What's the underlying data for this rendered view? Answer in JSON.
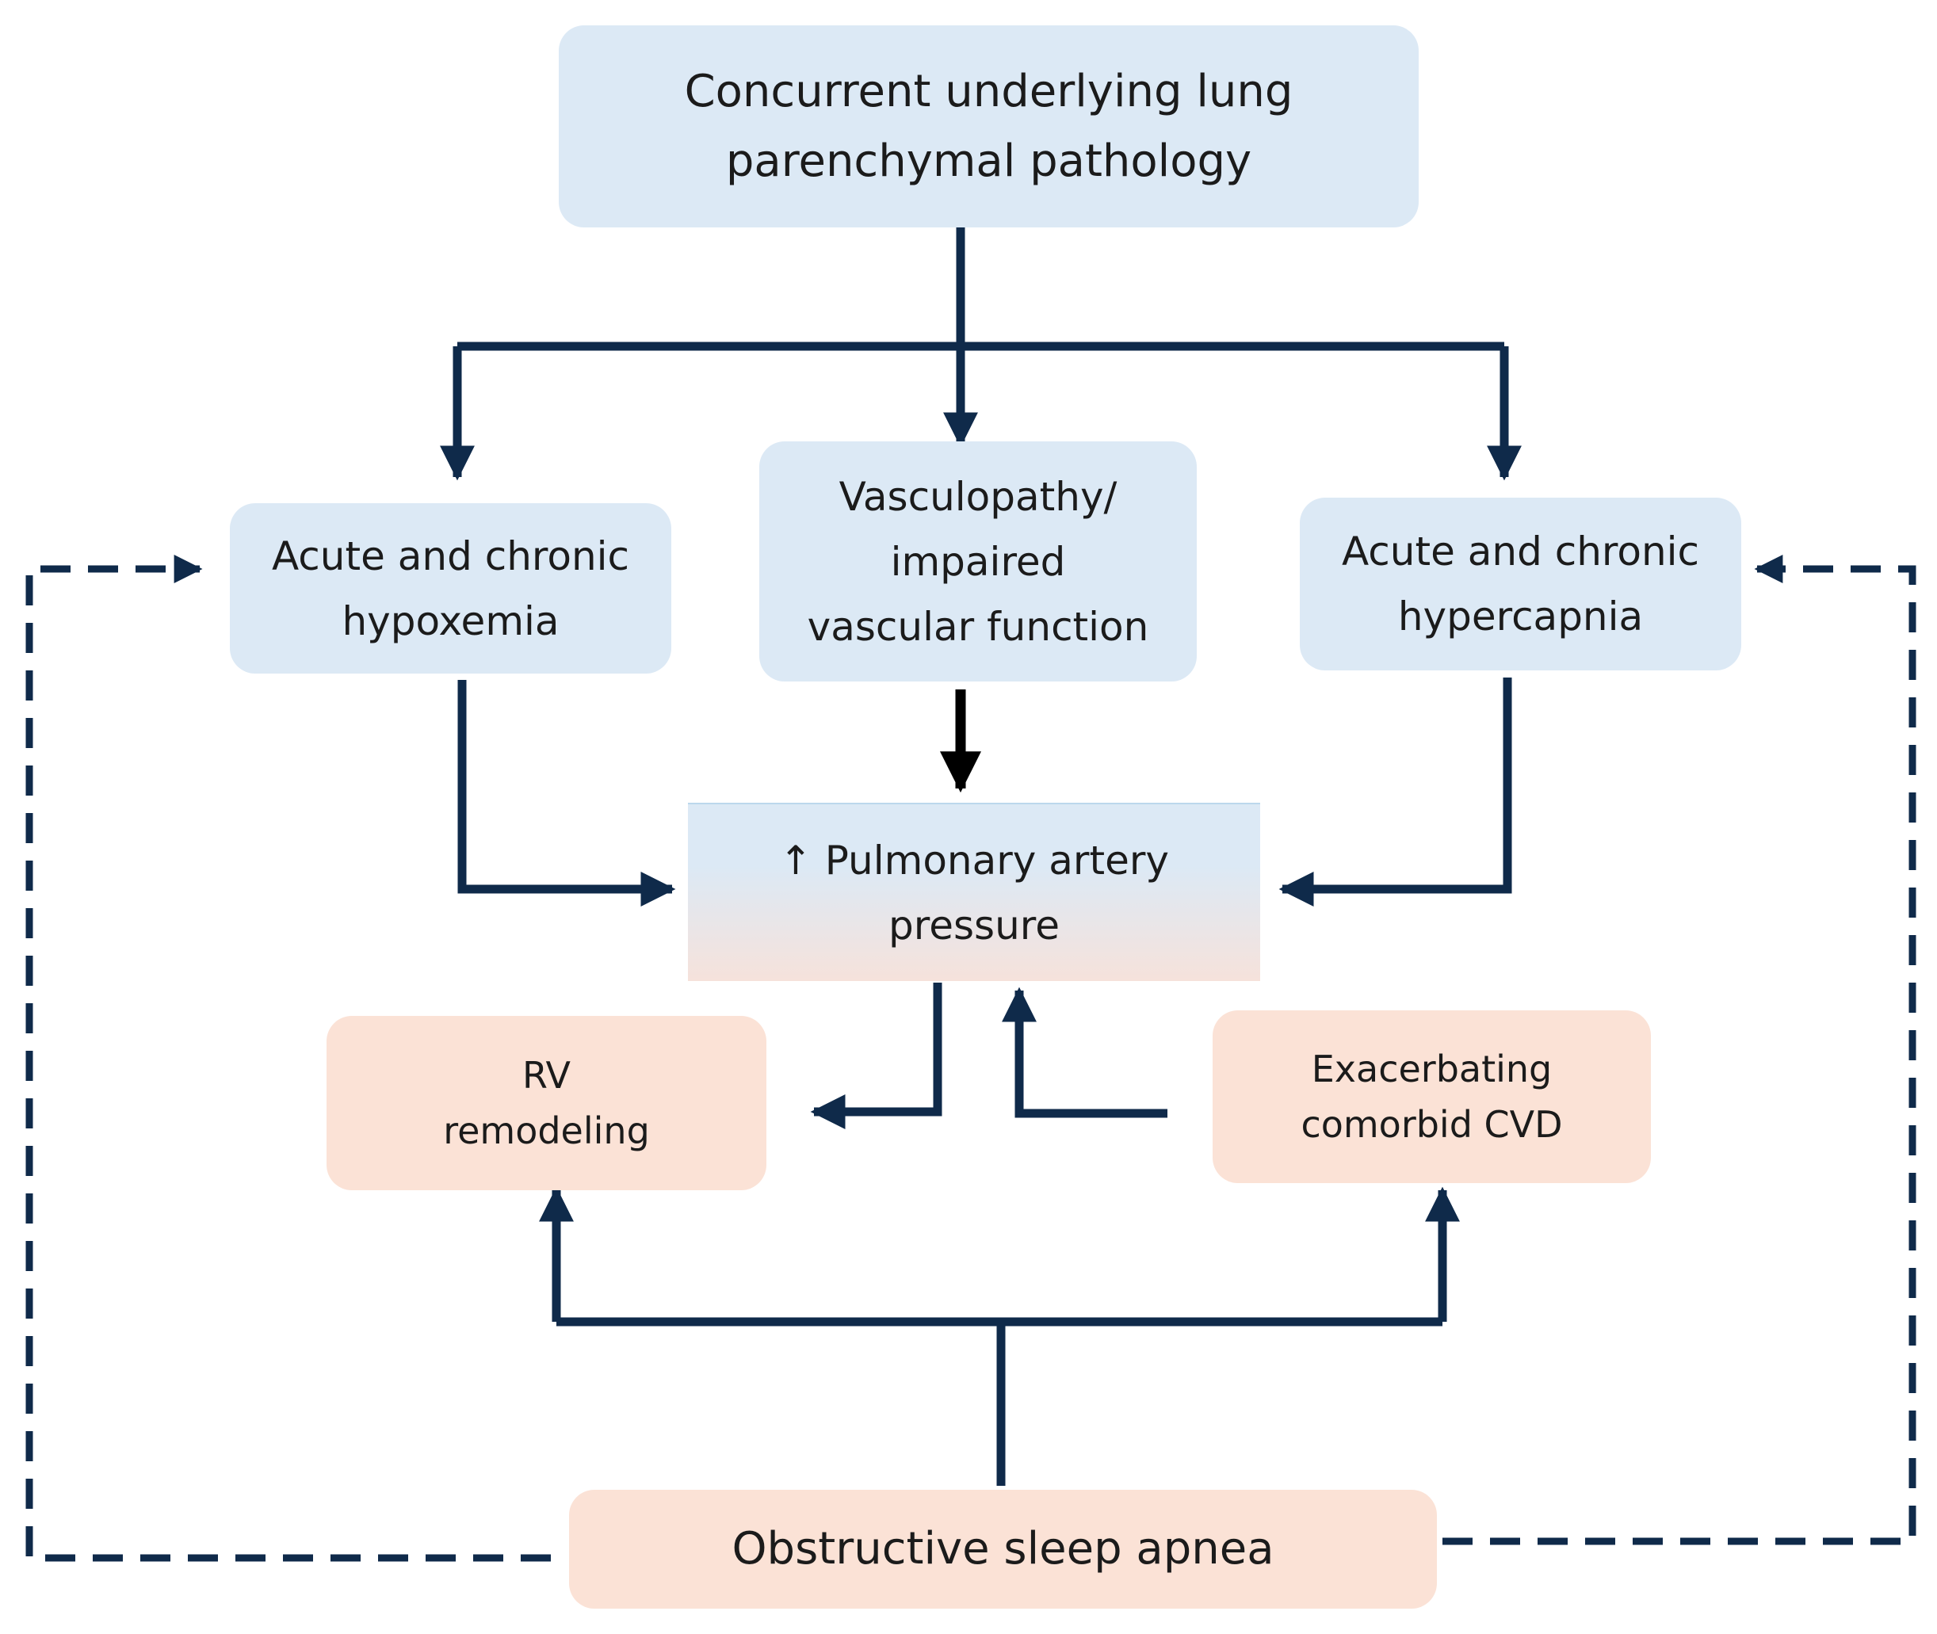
{
  "nodes": {
    "lung_pathology": {
      "line1": "Concurrent underlying lung",
      "line2": "parenchymal pathology"
    },
    "hypoxemia": {
      "line1": "Acute and chronic",
      "line2": "hypoxemia"
    },
    "vasculopathy": {
      "line1": "Vasculopathy/",
      "line2": "impaired",
      "line3": "vascular function"
    },
    "hypercapnia": {
      "line1": "Acute and chronic",
      "line2": "hypercapnia"
    },
    "pulmonary_pressure": {
      "line1": "↑ Pulmonary artery",
      "line2": "pressure"
    },
    "rv_remodeling": {
      "line1": "RV",
      "line2": "remodeling"
    },
    "comorbid_cvd": {
      "line1": "Exacerbating",
      "line2": "comorbid CVD"
    },
    "osa": {
      "line1": "Obstructive sleep apnea"
    }
  },
  "colors": {
    "blue_box": "#dce9f5",
    "peach_box": "#fbe2d6",
    "arrow": "#0f2a4a",
    "arrow_dark": "#000000"
  }
}
